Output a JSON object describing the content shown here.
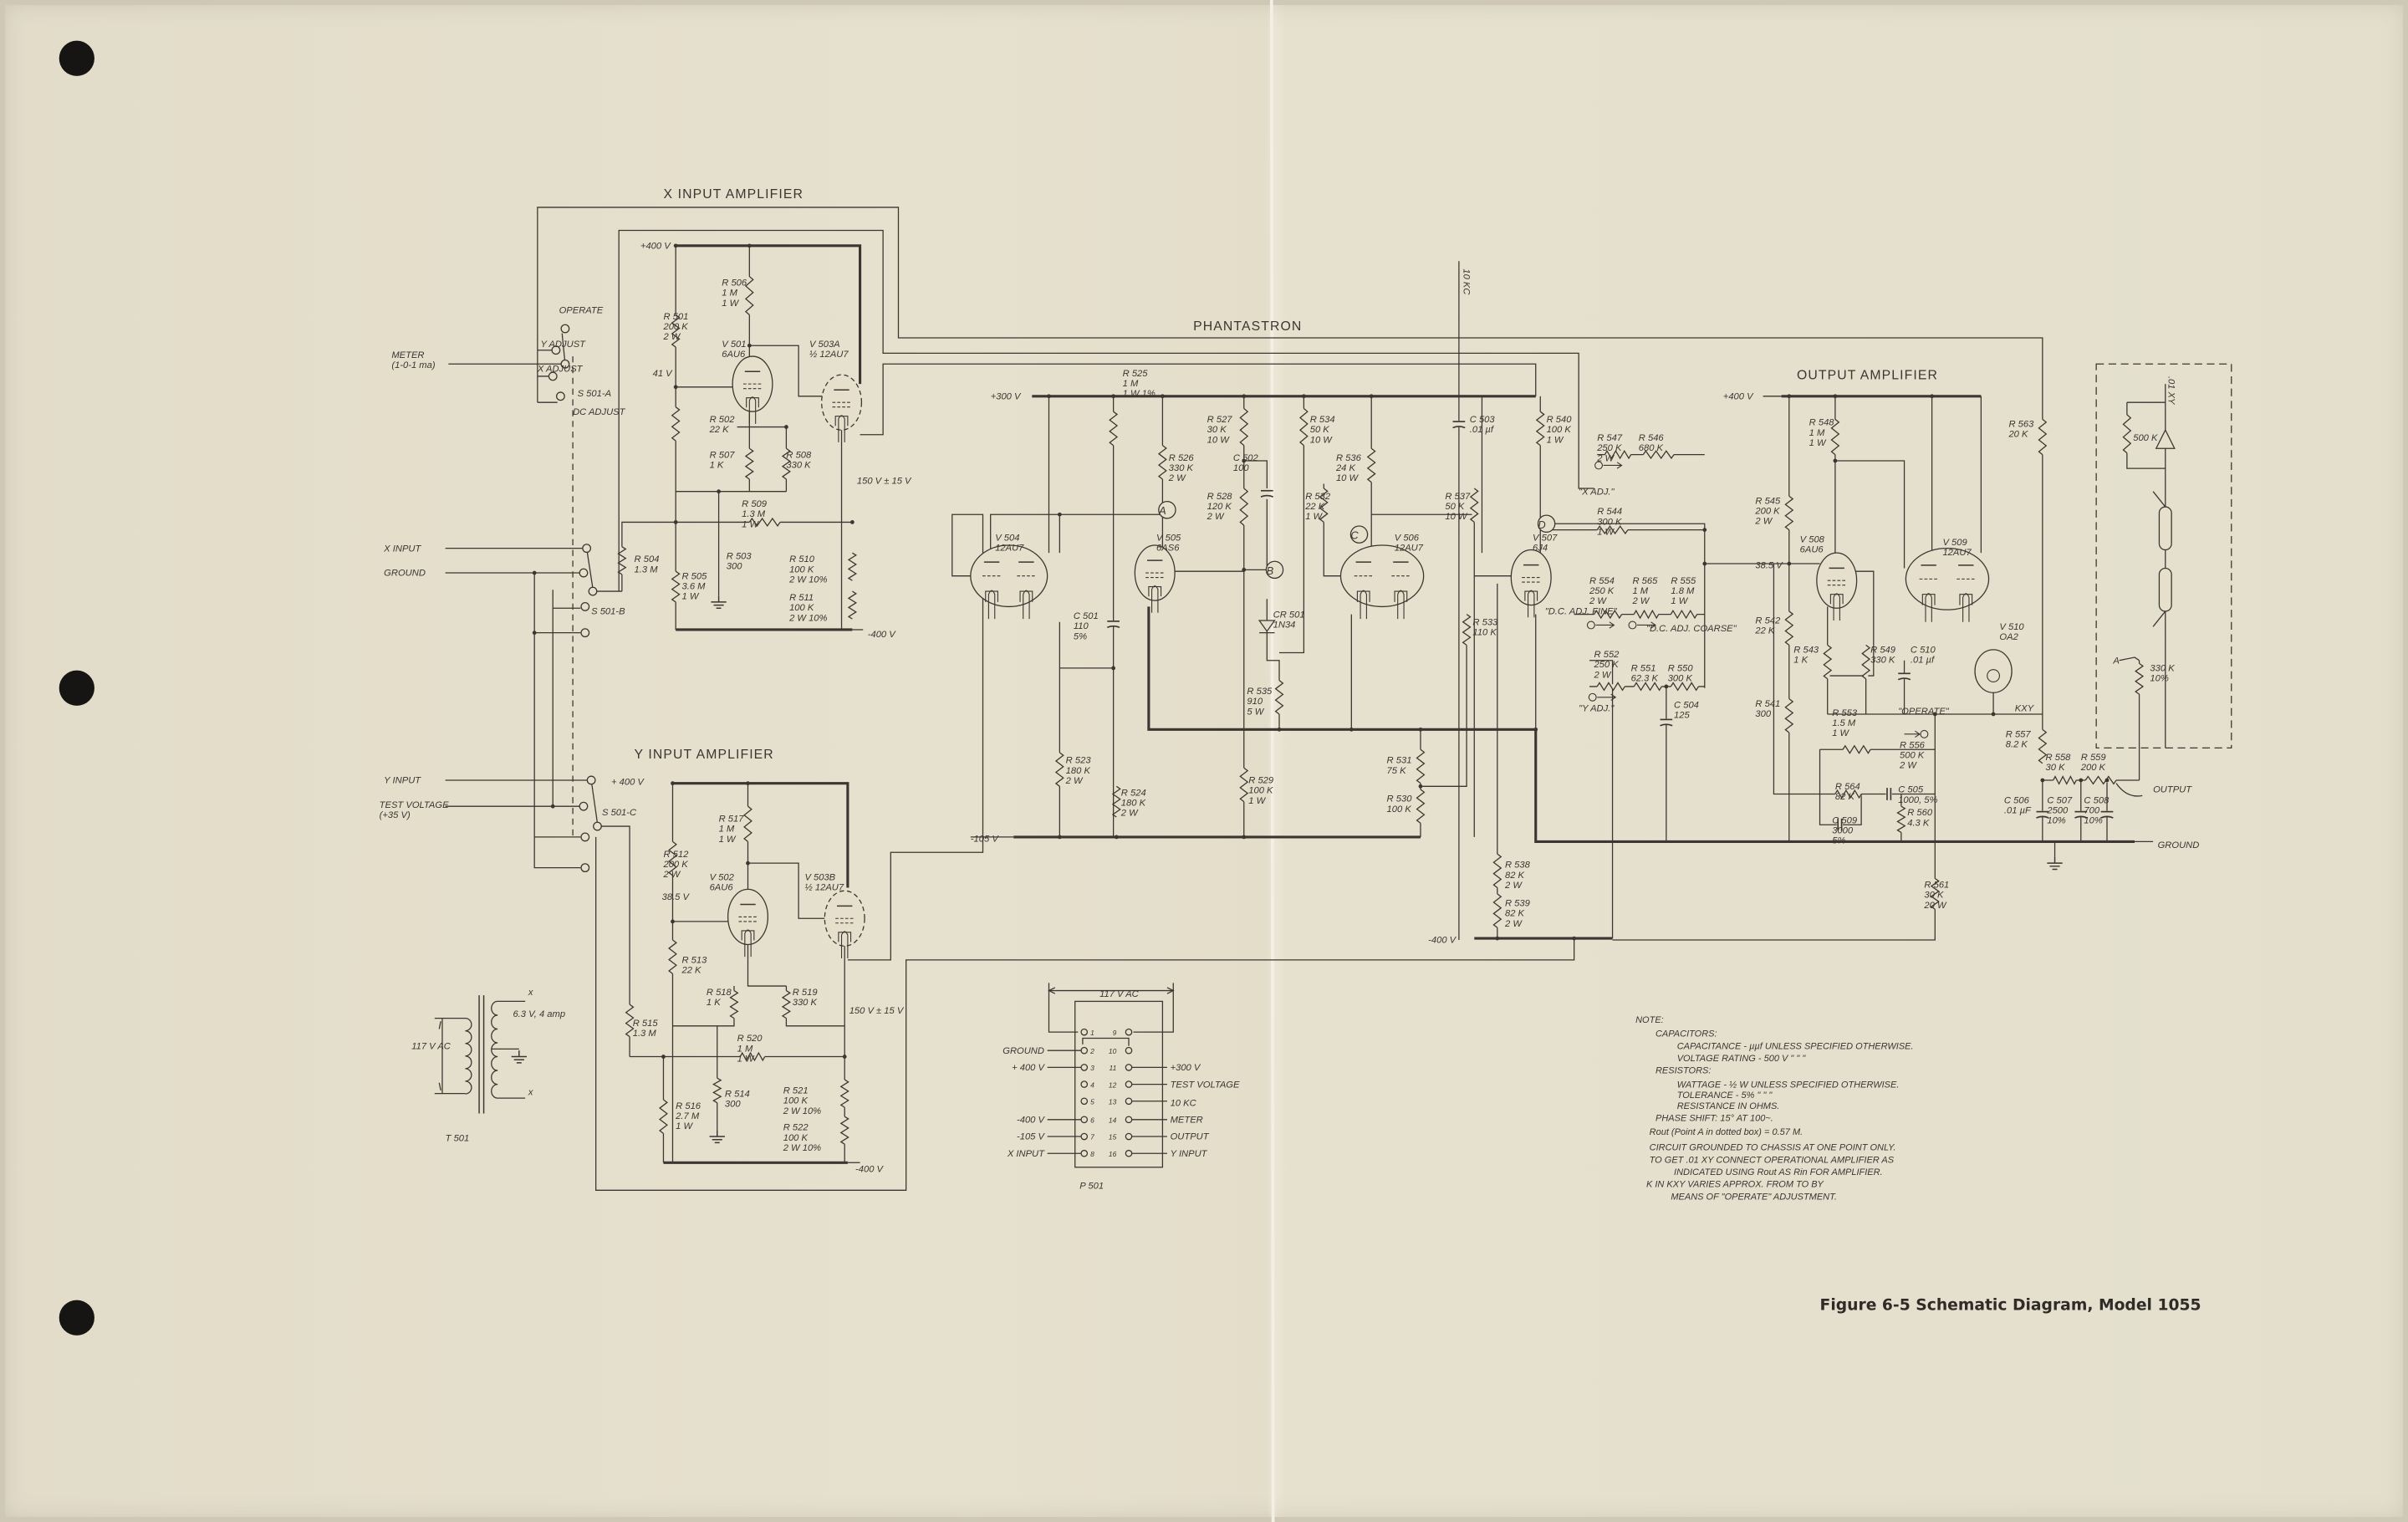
{
  "figure": {
    "caption": "Figure 6-5   Schematic Diagram, Model 1055"
  },
  "colors": {
    "paper": "#e5dfcc",
    "ink": "#3b3631",
    "hole": "#161514"
  },
  "switch": [
    {
      "lines": [
        "METER",
        "(1-0-1 ma)"
      ]
    },
    {
      "lines": [
        "OPERATE"
      ]
    },
    {
      "lines": [
        "Y ADJUST"
      ]
    },
    {
      "lines": [
        "X ADJUST"
      ]
    },
    {
      "lines": [
        "S 501-A"
      ]
    },
    {
      "lines": [
        "DC ADJUST"
      ]
    },
    {
      "lines": [
        "X INPUT"
      ]
    },
    {
      "lines": [
        "GROUND"
      ]
    },
    {
      "lines": [
        "S 501-B"
      ]
    },
    {
      "lines": [
        "Y INPUT"
      ]
    },
    {
      "lines": [
        "TEST VOLTAGE",
        "(+35 V)"
      ]
    },
    {
      "lines": [
        "S 501-C"
      ]
    }
  ],
  "x_amp": [
    {
      "lines": [
        "X  INPUT  AMPLIFIER"
      ]
    },
    {
      "lines": [
        "+400 V"
      ]
    },
    {
      "lines": [
        "R 506",
        "1 M",
        "1 W"
      ]
    },
    {
      "lines": [
        "R 501",
        "200 K",
        "2 W"
      ]
    },
    {
      "lines": [
        "V 501",
        "6AU6"
      ]
    },
    {
      "lines": [
        "V 503A",
        "½ 12AU7"
      ]
    },
    {
      "lines": [
        "41 V"
      ]
    },
    {
      "lines": [
        "R 502",
        "22 K"
      ]
    },
    {
      "lines": [
        "R 507",
        "1 K"
      ]
    },
    {
      "lines": [
        "R 508",
        "330 K"
      ]
    },
    {
      "lines": [
        "150 V ± 15 V"
      ]
    },
    {
      "lines": [
        "R 509",
        "1.3 M",
        "1 W"
      ]
    },
    {
      "lines": [
        "R 504",
        "1.3 M"
      ]
    },
    {
      "lines": [
        "R 505",
        "3.6 M",
        "1 W"
      ]
    },
    {
      "lines": [
        "R 503",
        "300"
      ]
    },
    {
      "lines": [
        "R 510",
        "100 K",
        "2 W 10%"
      ]
    },
    {
      "lines": [
        "R 511",
        "100 K",
        "2 W 10%"
      ]
    },
    {
      "lines": [
        "-400 V"
      ]
    }
  ],
  "y_amp": [
    {
      "lines": [
        "Y  INPUT  AMPLIFIER"
      ]
    },
    {
      "lines": [
        "+ 400 V"
      ]
    },
    {
      "lines": [
        "R 517",
        "1 M",
        "1 W"
      ]
    },
    {
      "lines": [
        "R 512",
        "200 K",
        "2 W"
      ]
    },
    {
      "lines": [
        "V 502",
        "6AU6"
      ]
    },
    {
      "lines": [
        "V 503B",
        "½ 12AU7"
      ]
    },
    {
      "lines": [
        "38.5 V"
      ]
    },
    {
      "lines": [
        "R 513",
        "22 K"
      ]
    },
    {
      "lines": [
        "R 518",
        "1 K"
      ]
    },
    {
      "lines": [
        "R 519",
        "330 K"
      ]
    },
    {
      "lines": [
        "150 V ± 15 V"
      ]
    },
    {
      "lines": [
        "R 515",
        "1.3 M"
      ]
    },
    {
      "lines": [
        "R 520",
        "1 M",
        "1 W"
      ]
    },
    {
      "lines": [
        "R 514",
        "300"
      ]
    },
    {
      "lines": [
        "R 516",
        "2.7 M",
        "1 W"
      ]
    },
    {
      "lines": [
        "R 521",
        "100 K",
        "2 W 10%"
      ]
    },
    {
      "lines": [
        "R 522",
        "100 K",
        "2 W 10%"
      ]
    },
    {
      "lines": [
        "-400 V"
      ]
    }
  ],
  "transformer": [
    {
      "lines": [
        "117 V AC"
      ]
    },
    {
      "lines": [
        "6.3 V, 4 amp"
      ]
    },
    {
      "lines": [
        "T 501"
      ]
    },
    {
      "lines": [
        "x"
      ]
    },
    {
      "lines": [
        "x"
      ]
    }
  ],
  "phantastron": [
    {
      "lines": [
        "PHANTASTRON"
      ]
    },
    {
      "lines": [
        "10 KC"
      ]
    },
    {
      "lines": [
        "+300 V"
      ]
    },
    {
      "lines": [
        "R 525",
        "1 M",
        "1 W 1%"
      ]
    },
    {
      "lines": [
        "R 526",
        "330 K",
        "2 W"
      ]
    },
    {
      "lines": [
        "R 527",
        "30 K",
        "10 W"
      ]
    },
    {
      "lines": [
        "C 502",
        "100"
      ]
    },
    {
      "lines": [
        "R 528",
        "120 K",
        "2 W"
      ]
    },
    {
      "lines": [
        "R 534",
        "50 K",
        "10 W"
      ]
    },
    {
      "lines": [
        "R 536",
        "24 K",
        "10 W"
      ]
    },
    {
      "lines": [
        "R 532",
        "22 K",
        "1 W"
      ]
    },
    {
      "lines": [
        "C 503",
        ".01 µf"
      ]
    },
    {
      "lines": [
        "R 540",
        "100 K",
        "1 W"
      ]
    },
    {
      "lines": [
        "R 537",
        "50 K",
        "10 W"
      ]
    },
    {
      "lines": [
        "V 504",
        "12AU7"
      ]
    },
    {
      "lines": [
        "V 505",
        "6AS6"
      ]
    },
    {
      "lines": [
        "V 506",
        "12AU7"
      ]
    },
    {
      "lines": [
        "V 507",
        "6J4"
      ]
    },
    {
      "lines": [
        "A"
      ]
    },
    {
      "lines": [
        "B"
      ]
    },
    {
      "lines": [
        "C"
      ]
    },
    {
      "lines": [
        "D"
      ]
    },
    {
      "lines": [
        "C 501",
        "110",
        "5%"
      ]
    },
    {
      "lines": [
        "CR 501",
        "1N34"
      ]
    },
    {
      "lines": [
        "R 533",
        "110 K"
      ]
    },
    {
      "lines": [
        "R 535",
        "910",
        "5 W"
      ]
    },
    {
      "lines": [
        "R 523",
        "180 K",
        "2 W"
      ]
    },
    {
      "lines": [
        "R 524",
        "180 K",
        "2 W"
      ]
    },
    {
      "lines": [
        "R 529",
        "100 K",
        "1 W"
      ]
    },
    {
      "lines": [
        "R 531",
        "75 K"
      ]
    },
    {
      "lines": [
        "R 530",
        "100 K"
      ]
    },
    {
      "lines": [
        "-105 V"
      ]
    },
    {
      "lines": [
        "R 538",
        "82 K",
        "2 W"
      ]
    },
    {
      "lines": [
        "R 539",
        "82 K",
        "2 W"
      ]
    },
    {
      "lines": [
        "-400 V"
      ]
    }
  ],
  "output_amp": [
    {
      "lines": [
        "OUTPUT  AMPLIFIER"
      ]
    },
    {
      "lines": [
        "+400 V"
      ]
    },
    {
      "lines": [
        "R 547",
        "250 K",
        "2 W"
      ]
    },
    {
      "lines": [
        "R 546",
        "680 K"
      ]
    },
    {
      "lines": [
        "\"X ADJ.\""
      ]
    },
    {
      "lines": [
        "R 544",
        "300 K",
        "1 W"
      ]
    },
    {
      "lines": [
        "R 554",
        "250 K",
        "2 W"
      ]
    },
    {
      "lines": [
        "R 565",
        "1 M",
        "2 W"
      ]
    },
    {
      "lines": [
        "R 555",
        "1.8 M",
        "1 W"
      ]
    },
    {
      "lines": [
        "\"D.C. ADJ. FINE\""
      ]
    },
    {
      "lines": [
        "\"D.C. ADJ. COARSE\""
      ]
    },
    {
      "lines": [
        "R 552",
        "250 K",
        "2 W"
      ]
    },
    {
      "lines": [
        "R 551",
        "62.3 K"
      ]
    },
    {
      "lines": [
        "R 550",
        "300 K"
      ]
    },
    {
      "lines": [
        "\"Y ADJ.\""
      ]
    },
    {
      "lines": [
        "C 504",
        "125"
      ]
    },
    {
      "lines": [
        "R 548",
        "1 M",
        "1 W"
      ]
    },
    {
      "lines": [
        "R 545",
        "200 K",
        "2 W"
      ]
    },
    {
      "lines": [
        "V 508",
        "6AU6"
      ]
    },
    {
      "lines": [
        "38.5 V"
      ]
    },
    {
      "lines": [
        "V 509",
        "12AU7"
      ]
    },
    {
      "lines": [
        "R 542",
        "22 K"
      ]
    },
    {
      "lines": [
        "R 543",
        "1 K"
      ]
    },
    {
      "lines": [
        "R 549",
        "330 K"
      ]
    },
    {
      "lines": [
        "C 510",
        ".01 µf"
      ]
    },
    {
      "lines": [
        "V 510",
        "OA2"
      ]
    },
    {
      "lines": [
        "R 541",
        "300"
      ]
    },
    {
      "lines": [
        "R 553",
        "1.5 M",
        "1 W"
      ]
    },
    {
      "lines": [
        "\"OPERATE\""
      ]
    },
    {
      "lines": [
        "R 556",
        "500 K",
        "2 W"
      ]
    },
    {
      "lines": [
        "R 564",
        "82 K"
      ]
    },
    {
      "lines": [
        "C 505",
        "1000, 5%"
      ]
    },
    {
      "lines": [
        "C 509",
        "3000",
        "5%"
      ]
    },
    {
      "lines": [
        "R 560",
        "4.3 K"
      ]
    },
    {
      "lines": [
        "R 563",
        "20 K"
      ]
    },
    {
      "lines": [
        "KXY"
      ]
    },
    {
      "lines": [
        "R 557",
        "8.2 K"
      ]
    },
    {
      "lines": [
        "R 558",
        "30 K"
      ]
    },
    {
      "lines": [
        "R 559",
        "200 K"
      ]
    },
    {
      "lines": [
        "OUTPUT"
      ]
    },
    {
      "lines": [
        "C 506",
        ".01 µF"
      ]
    },
    {
      "lines": [
        "C 507",
        "2500",
        "10%"
      ]
    },
    {
      "lines": [
        "C 508",
        "700",
        "10%"
      ]
    },
    {
      "lines": [
        "GROUND"
      ]
    },
    {
      "lines": [
        "R 561",
        "30 K",
        "20 W"
      ]
    }
  ],
  "dashed_box": [
    {
      "lines": [
        ".01 XY"
      ]
    },
    {
      "lines": [
        "500 K"
      ]
    },
    {
      "lines": [
        "A"
      ]
    },
    {
      "lines": [
        "330 K",
        "10%"
      ]
    }
  ],
  "connector": [
    {
      "lines": [
        "117 V AC"
      ]
    },
    {
      "lines": [
        "P 501"
      ]
    },
    {
      "lines": [
        "GROUND"
      ]
    },
    {
      "lines": [
        "+ 400 V"
      ]
    },
    {
      "lines": [
        "-400 V"
      ]
    },
    {
      "lines": [
        "-105 V"
      ]
    },
    {
      "lines": [
        "X INPUT"
      ]
    },
    {
      "lines": [
        "+300 V"
      ]
    },
    {
      "lines": [
        "TEST  VOLTAGE"
      ]
    },
    {
      "lines": [
        "10 KC"
      ]
    },
    {
      "lines": [
        "METER"
      ]
    },
    {
      "lines": [
        "OUTPUT"
      ]
    },
    {
      "lines": [
        "Y  INPUT"
      ]
    },
    {
      "lines": [
        "1"
      ]
    },
    {
      "lines": [
        "2"
      ]
    },
    {
      "lines": [
        "3"
      ]
    },
    {
      "lines": [
        "4"
      ]
    },
    {
      "lines": [
        "5"
      ]
    },
    {
      "lines": [
        "6"
      ]
    },
    {
      "lines": [
        "7"
      ]
    },
    {
      "lines": [
        "8"
      ]
    },
    {
      "lines": [
        "9"
      ]
    },
    {
      "lines": [
        "10"
      ]
    },
    {
      "lines": [
        "11"
      ]
    },
    {
      "lines": [
        "12"
      ]
    },
    {
      "lines": [
        "13"
      ]
    },
    {
      "lines": [
        "14"
      ]
    },
    {
      "lines": [
        "15"
      ]
    },
    {
      "lines": [
        "16"
      ]
    }
  ],
  "notes": [
    "NOTE:",
    "CAPACITORS:",
    "CAPACITANCE - µµf   UNLESS  SPECIFIED  OTHERWISE.",
    "VOLTAGE RATING - 500 V        \"            \"              \"",
    "RESISTORS:",
    "WATTAGE - ½ W  UNLESS  SPECIFIED  OTHERWISE.",
    "TOLERANCE - 5%          \"            \"              \"",
    "RESISTANCE  IN  OHMS.",
    "PHASE  SHIFT: 15° AT 100~.",
    "Rout (Point A in dotted box) = 0.57 M.",
    "CIRCUIT  GROUNDED  TO  CHASSIS  AT  ONE  POINT  ONLY.",
    "TO  GET  .01 XY  CONNECT  OPERATIONAL  AMPLIFIER  AS",
    "INDICATED  USING  Rout  AS  Rin  FOR  AMPLIFIER.",
    "K  IN  KXY  VARIES  APPROX. FROM            TO            BY",
    "MEANS  OF  \"OPERATE\"  ADJUSTMENT."
  ]
}
